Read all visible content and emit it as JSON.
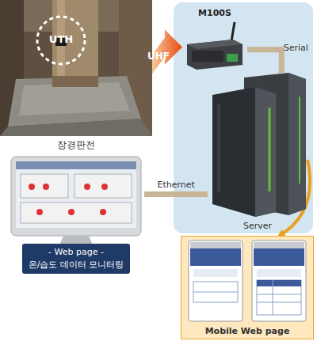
{
  "diagram": {
    "nodes": [
      {
        "text": [
          "장경판전"
        ]
      },
      {
        "text": [
          "UTH"
        ],
        "in": 0
      },
      {
        "text": [
          "M100S"
        ]
      },
      {
        "text": [
          "Server"
        ]
      },
      {
        "text": [
          "- Web page -",
          "온/습도 데이터 모니터링"
        ]
      },
      {
        "text": [
          "Mobile Web page"
        ]
      }
    ],
    "edges": [
      {
        "from": 0,
        "to": 2,
        "label": "UHF",
        "arrow": "to"
      },
      {
        "from": 2,
        "to": 3,
        "label": "Serial",
        "arrow": "none"
      },
      {
        "from": 4,
        "to": 3,
        "label": "Ethernet",
        "arrow": "none"
      },
      {
        "from": 3,
        "to": 5,
        "arrow": "to"
      }
    ]
  }
}
